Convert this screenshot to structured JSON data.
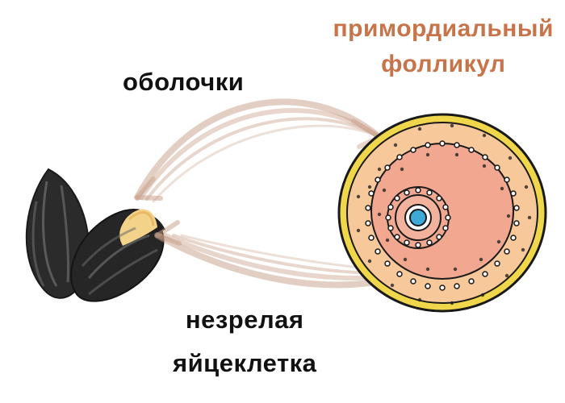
{
  "labels": {
    "follicle_line1": "примордиальный",
    "follicle_line2": "фолликул",
    "shells": "оболочки",
    "oocyte_line1": "незрелая",
    "oocyte_line2": "яйцеклетка"
  },
  "colors": {
    "label_dark": "#111111",
    "label_accent": "#c8744a",
    "arrow": "#c9a08a",
    "seed_dark": "#2a2a2a",
    "seed_kernel": "#f3d38a",
    "follicle_outer_ring": "#f0d64a",
    "follicle_granulosa": "#f6c89a",
    "follicle_inner": "#f2a890",
    "nucleus": "#3ea8d6"
  }
}
